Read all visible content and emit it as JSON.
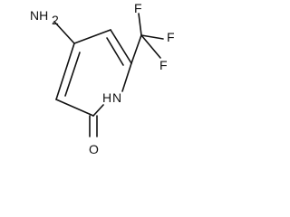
{
  "molecule": {
    "atoms": {
      "amine_nitrogen": "NH",
      "amine_subscript": "2",
      "ring_nitrogen_h": "H",
      "ring_nitrogen": "N",
      "carbonyl_oxygen": "O",
      "fluorine_1": "F",
      "fluorine_2": "F",
      "fluorine_3": "F"
    }
  }
}
